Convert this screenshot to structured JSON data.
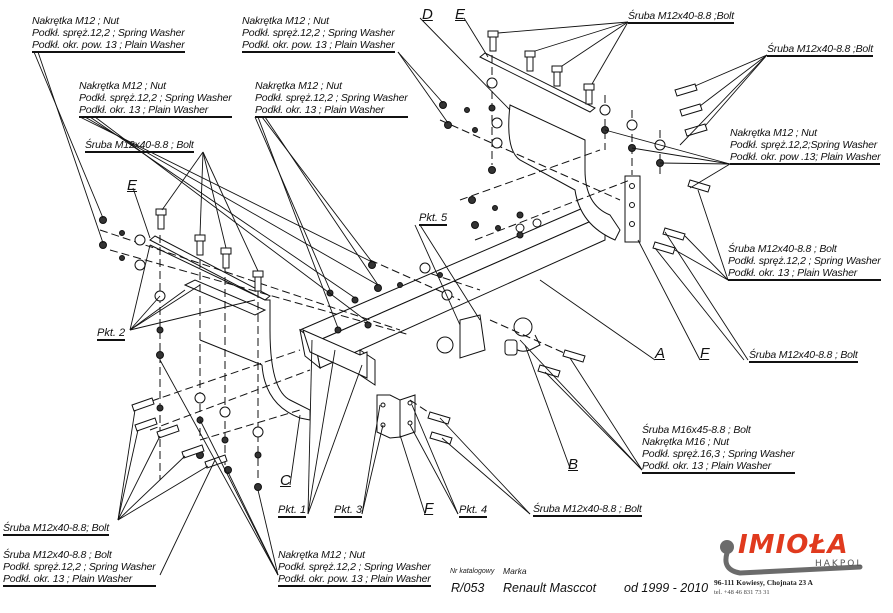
{
  "callouts": {
    "top_left_nut": [
      "Nakrętka  M12 ; Nut",
      "Podkł. spręż.12,2 ; Spring Washer",
      "Podkł. okr. pow. 13 ; Plain Washer"
    ],
    "left_mid_nut": [
      "Nakrętka  M12 ; Nut",
      "Podkł. spręż.12,2 ; Spring Washer",
      "Podkł. okr. 13 ; Plain Washer"
    ],
    "left_bolt": [
      "Śruba M12x40-8.8 ;  Bolt"
    ],
    "top_center_nut": [
      "Nakrętka  M12 ; Nut",
      "Podkł. spręż.12,2 ; Spring Washer",
      "Podkł. okr. pow. 13 ; Plain Washer"
    ],
    "center_nut": [
      "Nakrętka  M12 ; Nut",
      "Podkł. spręż.12,2 ; Spring Washer",
      "Podkł. okr. 13 ; Plain Washer"
    ],
    "top_bolt": [
      "Śruba M12x40-8.8 ;Bolt"
    ],
    "right_top_bolt": [
      "Śruba M12x40-8.8 ;Bolt"
    ],
    "right_nut": [
      "Nakrętka  M12 ; Nut",
      "Podkł. spręż.12,2;Spring Washer",
      "Podkł. okr. pow .13; Plain Washer"
    ],
    "right_bolt_washer": [
      "Śruba M12x40-8.8 ;  Bolt",
      "Podkł. spręż.12,2 ; Spring Washer",
      "Podkł. okr. 13 ; Plain Washer"
    ],
    "right_bolt": [
      "Śruba M12x40-8.8 ;  Bolt"
    ],
    "ball_bolt": [
      "Śruba M16x45-8.8 ;  Bolt",
      "Nakrętka  M16 ; Nut",
      "Podkł. spręż.16,3 ; Spring Washer",
      "Podkł. okr. 13 ; Plain Washer"
    ],
    "bottom_left_bolt": [
      "Śruba M12x40-8.8; Bolt"
    ],
    "bottom_left_bolt_washer": [
      "Śruba M12x40-8.8 ;  Bolt",
      "Podkł. spręż.12,2 ; Spring Washer",
      "Podkł. okr. 13 ; Plain Washer"
    ],
    "bottom_center_nut": [
      "Nakrętka  M12 ; Nut",
      "Podkł. spręż.12,2 ; Spring Washer",
      "Podkł. okr. pow. 13 ; Plain Washer"
    ],
    "bottom_bolt": [
      "Śruba M12x40-8.8 ;  Bolt"
    ]
  },
  "part_letters": {
    "d": "D",
    "e_top": "E",
    "e_left": "E",
    "a": "A",
    "f_right": "F",
    "b": "B",
    "c": "C",
    "f_bottom": "F"
  },
  "points": {
    "pkt1": "Pkt. 1",
    "pkt2": "Pkt. 2",
    "pkt3": "Pkt. 3",
    "pkt4": "Pkt. 4",
    "pkt5": "Pkt. 5"
  },
  "footer": {
    "catalog_label": "Nr katalogowy",
    "catalog_number": "R/053",
    "brand_label": "Marka",
    "brand_value": "Renault Masccot",
    "years": "od  1999 - 2010"
  },
  "company": {
    "logo_text": "IMIOŁA",
    "logo_sub": "HAKPOL",
    "address": "96-111 Kowiesy, Chojnata 23 A",
    "phone": "tel. +48 46 831 73 31",
    "brand_color": "#e03a1e",
    "logo_grey": "#6b6b6b"
  }
}
